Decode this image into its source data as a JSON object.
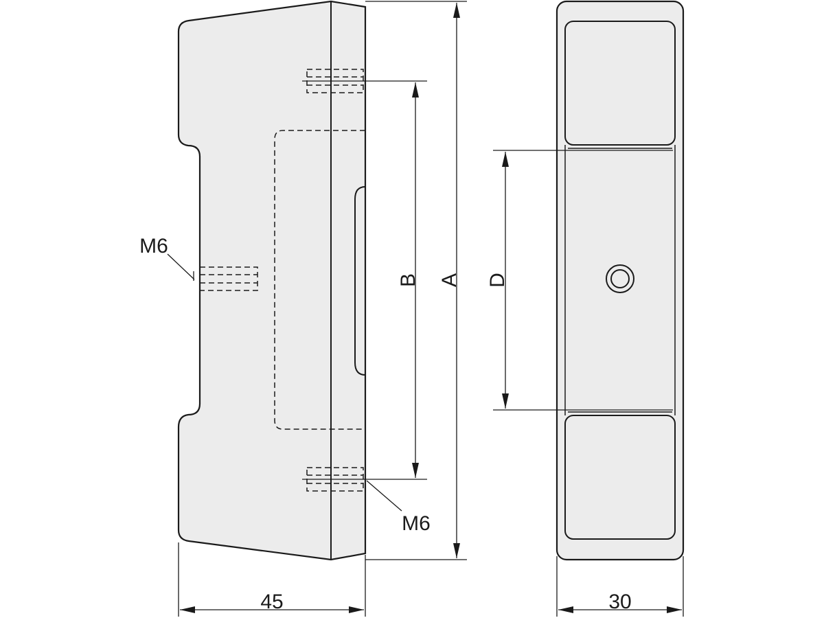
{
  "labels": {
    "thread_left": "M6",
    "thread_bottom": "M6",
    "dim_a": "A",
    "dim_b": "B",
    "dim_d": "D",
    "width_side": "45",
    "width_front": "30"
  }
}
